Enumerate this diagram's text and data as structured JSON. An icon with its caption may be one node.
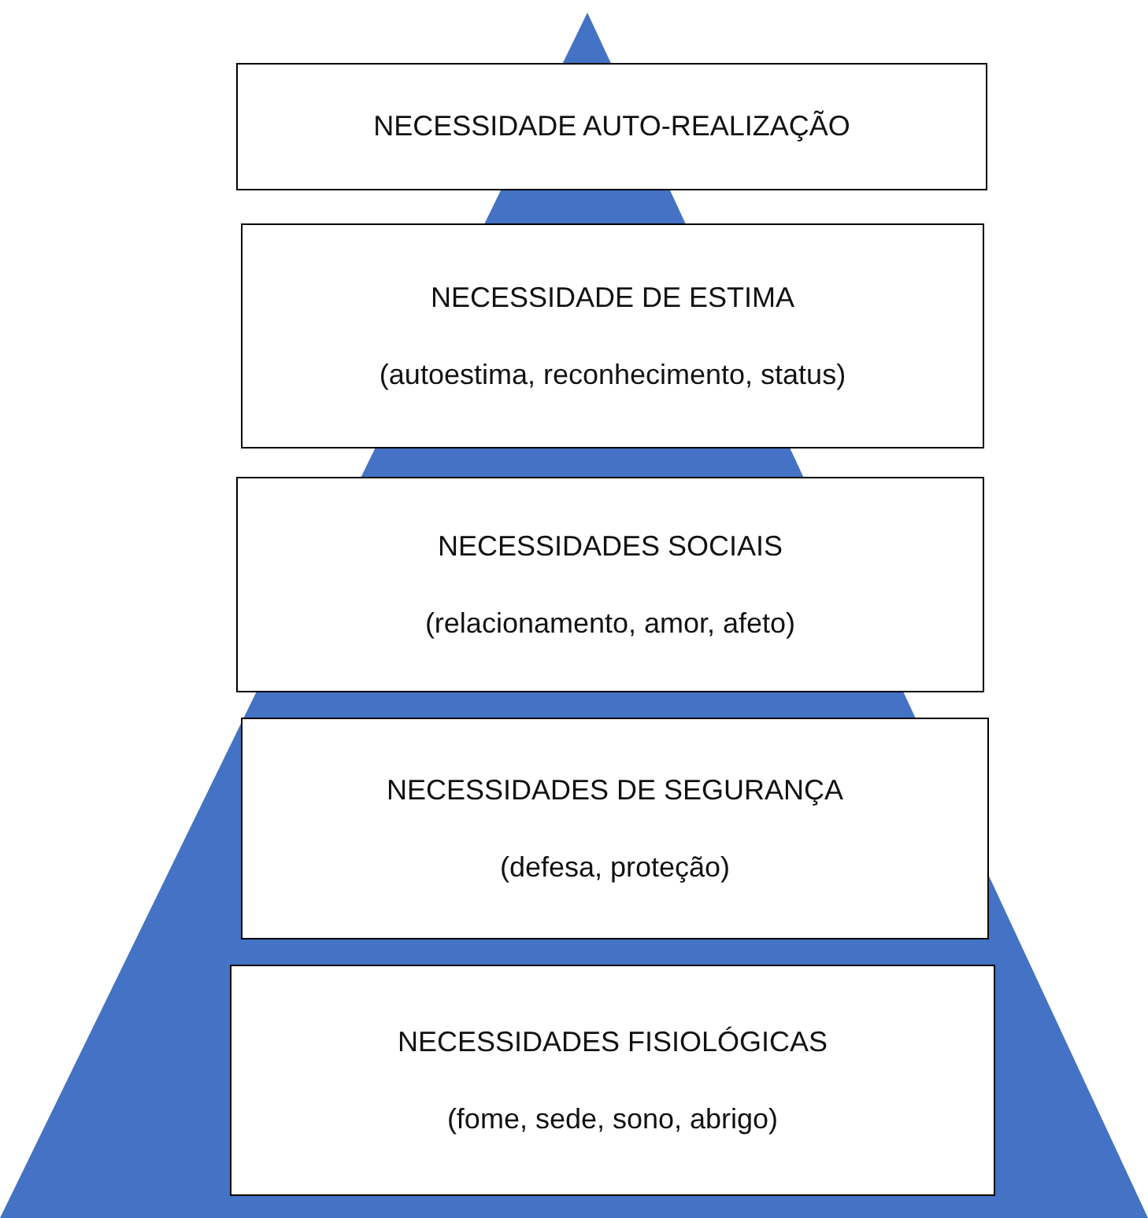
{
  "diagram": {
    "nodes": [
      {
        "text": [
          "NECESSIDADE AUTO-REALIZAÇÃO"
        ]
      },
      {
        "text": [
          "NECESSIDADE DE ESTIMA",
          "(autoestima, reconhecimento, status)"
        ]
      },
      {
        "text": [
          "NECESSIDADES SOCIAIS",
          "(relacionamento, amor, afeto)"
        ]
      },
      {
        "text": [
          "NECESSIDADES DE SEGURANÇA",
          "(defesa, proteção)"
        ]
      },
      {
        "text": [
          "NECESSIDADES FISIOLÓGICAS",
          "(fome, sede, sono, abrigo)"
        ]
      }
    ],
    "edges": []
  }
}
